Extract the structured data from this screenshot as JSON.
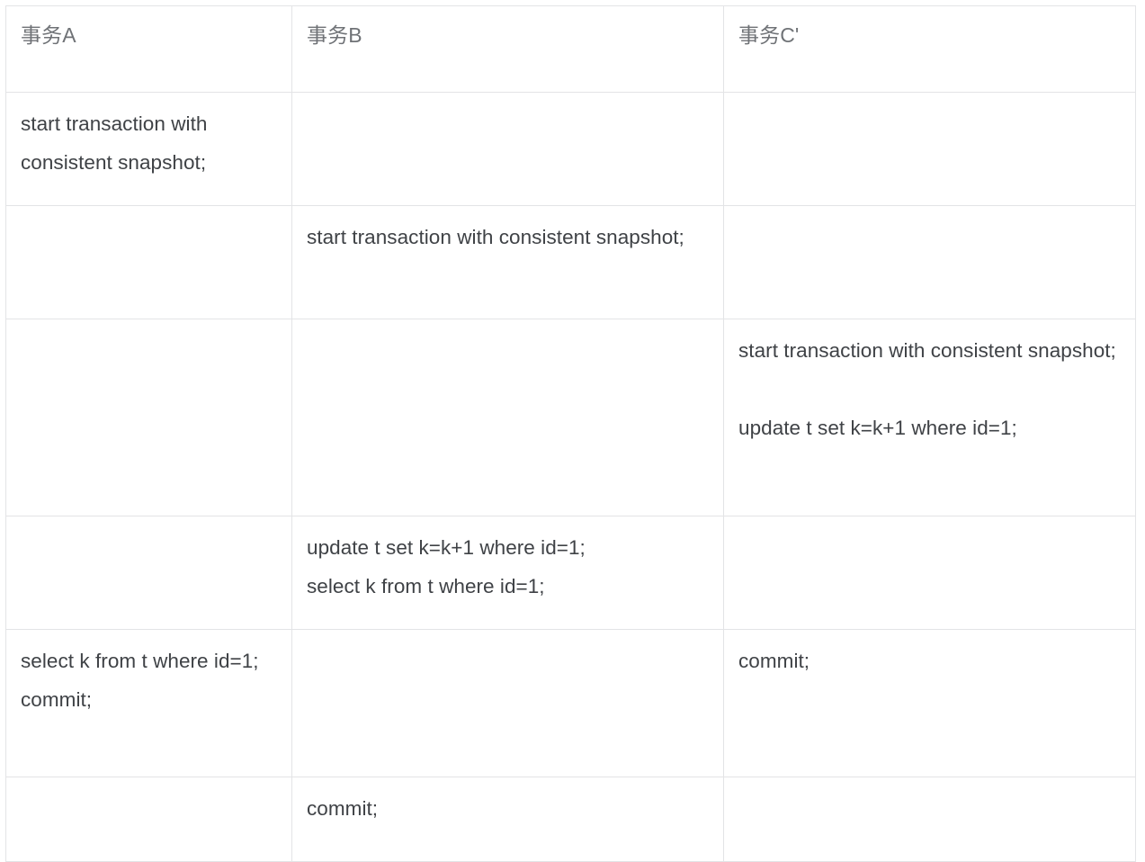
{
  "table": {
    "headers": [
      {
        "label": "事务A"
      },
      {
        "label": "事务B"
      },
      {
        "label": "事务C'"
      }
    ],
    "rows": [
      {
        "a": "start transaction with consistent snapshot;",
        "b": "",
        "c": ""
      },
      {
        "a": "",
        "b": "start transaction with consistent snapshot;",
        "c": ""
      },
      {
        "a": "",
        "b": "",
        "c": "start transaction with consistent snapshot;\n\nupdate t set k=k+1 where id=1;"
      },
      {
        "a": "",
        "b": "update t set k=k+1 where id=1;\nselect k from t where id=1;",
        "c": ""
      },
      {
        "a": "select k from t where id=1;\ncommit;",
        "b": "",
        "c": "commit;"
      },
      {
        "a": "",
        "b": "commit;",
        "c": ""
      }
    ]
  },
  "colors": {
    "border": "#e3e4e6",
    "header_text": "#6f7276",
    "body_text": "#3f4246",
    "background": "#ffffff"
  }
}
